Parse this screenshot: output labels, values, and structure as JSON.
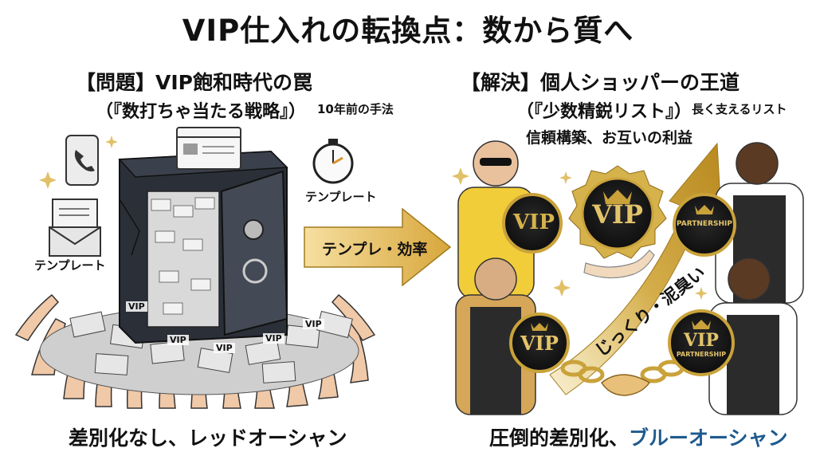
{
  "title": "VIP仕入れの転換点：数から質へ",
  "left": {
    "heading": "【問題】VIP飽和時代の罠",
    "subheading": "（『数打ちゃ当たる戦略』）",
    "note": "10年前の手法",
    "tag_template_right": "テンプレート",
    "tag_template_left": "テンプレート",
    "card_text": "VIP",
    "bottom": "差別化なし、レッドオーシャン"
  },
  "center_arrow": {
    "label": "テンプレ・効率"
  },
  "right": {
    "heading": "【解決】個人ショッパーの王道",
    "subheading": "（『少数精鋭リスト』）",
    "note": "長く支えるリスト",
    "trust": "信頼構築、お互いの利益",
    "curve_label": "じっくり・泥臭い",
    "badge_vip": "VIP",
    "badge_partnership": "PARTNERSHIP",
    "bottom_prefix": "圧倒的差別化、",
    "bottom_highlight": "ブルーオーシャン"
  },
  "colors": {
    "gold": "#c9a23a",
    "dark": "#1c1c1c",
    "blue": "#1e5a8e"
  }
}
